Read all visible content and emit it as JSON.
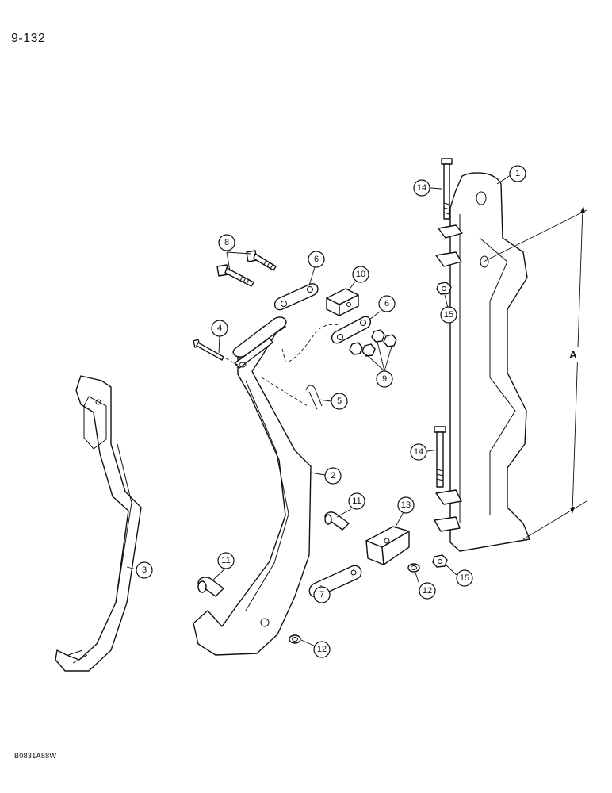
{
  "page_number": "9-132",
  "figure_code": "B0831A88W",
  "dimension_label": "A",
  "callouts": [
    "1",
    "2",
    "3",
    "4",
    "5",
    "6",
    "6",
    "7",
    "8",
    "9",
    "10",
    "11",
    "11",
    "12",
    "12",
    "13",
    "14",
    "14",
    "15",
    "15"
  ]
}
